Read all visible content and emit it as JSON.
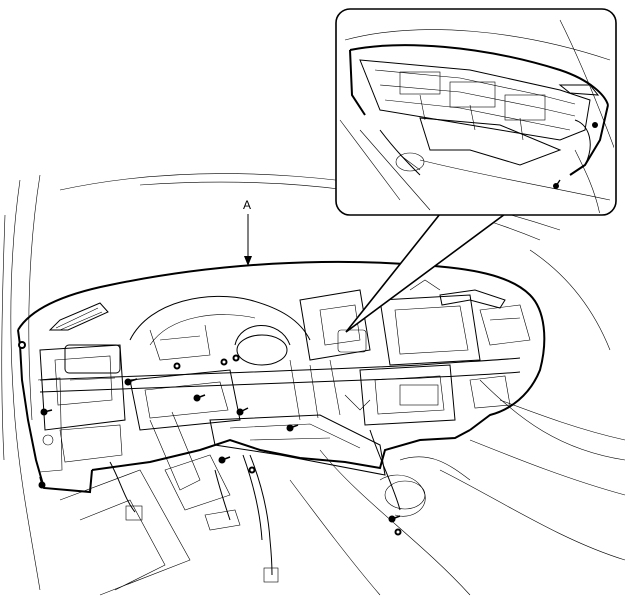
{
  "diagram": {
    "callout_label": "A",
    "icons": [
      "bolt-icon",
      "dashboard-illustration",
      "detail-inset-illustration"
    ]
  }
}
